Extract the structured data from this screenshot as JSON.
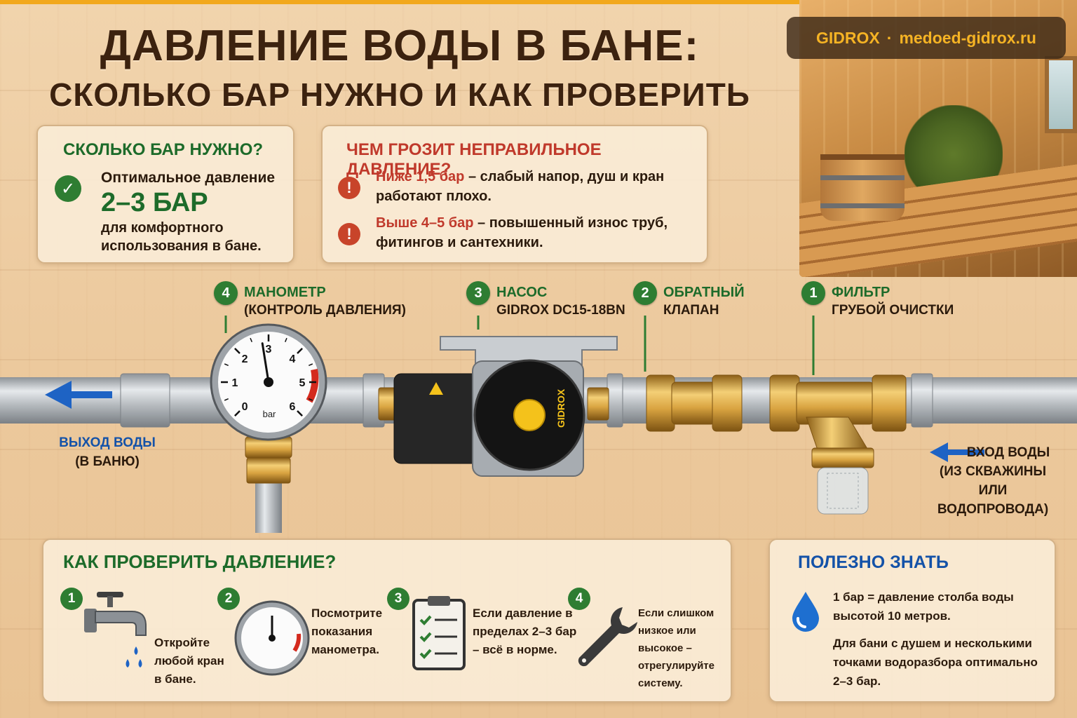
{
  "title": {
    "line1": "ДАВЛЕНИЕ ВОДЫ В БАНЕ:",
    "line2": "СКОЛЬКО БАР НУЖНО И КАК ПРОВЕРИТЬ"
  },
  "brand": {
    "name": "GIDROX",
    "separator": "·",
    "site": "medoed-gidrox.ru"
  },
  "need_card": {
    "heading": "СКОЛЬКО БАР НУЖНО?",
    "icon": "check-icon",
    "line1": "Оптимальное давление",
    "value": "2–3 БАР",
    "line2": "для комфортного использования в бане."
  },
  "risk_card": {
    "heading": "ЧЕМ ГРОЗИТ НЕПРАВИЛЬНОЕ ДАВЛЕНИЕ?",
    "items": [
      {
        "icon": "warning-icon",
        "highlight": "Ниже 1,5 бар",
        "text": " – слабый напор, душ и кран работают плохо."
      },
      {
        "icon": "warning-icon",
        "highlight": "Выше 4–5 бар",
        "text": " – повышенный износ труб, фитингов и сантехники."
      }
    ]
  },
  "diagram": {
    "components": [
      {
        "num": "4",
        "title": "МАНОМЕТР",
        "subtitle": "(КОНТРОЛЬ ДАВЛЕНИЯ)"
      },
      {
        "num": "3",
        "title": "НАСОС",
        "subtitle": "GIDROX DC15-18BN"
      },
      {
        "num": "2",
        "title": "ОБРАТНЫЙ",
        "subtitle": "КЛАПАН"
      },
      {
        "num": "1",
        "title": "ФИЛЬТР",
        "subtitle": "ГРУБОЙ ОЧИСТКИ"
      }
    ],
    "outlet": {
      "title": "ВЫХОД ВОДЫ",
      "subtitle": "(В БАНЮ)"
    },
    "inlet": {
      "title": "ВХОД ВОДЫ",
      "subtitle1": "(ИЗ СКВАЖИНЫ",
      "subtitle2": "ИЛИ ВОДОПРОВОДА)"
    },
    "gauge": {
      "ticks": [
        "0",
        "1",
        "2",
        "3",
        "4",
        "5",
        "6"
      ],
      "unit": "bar",
      "reading": 2.8
    },
    "pump_brand": "GIDROX",
    "accent_colors": {
      "brass": "#d9a441",
      "pipe": "#b8bcc0",
      "arrow": "#1e63c4",
      "pump": "#1d1d1d"
    }
  },
  "check_card": {
    "heading": "КАК ПРОВЕРИТЬ ДАВЛЕНИЕ?",
    "steps": [
      {
        "num": "1",
        "icon": "faucet-icon",
        "text": "Откройте любой кран в бане."
      },
      {
        "num": "2",
        "icon": "gauge-icon",
        "text": "Посмотрите показания манометра."
      },
      {
        "num": "3",
        "icon": "checklist-icon",
        "text": "Если давление в пределах 2–3 бар – всё в норме."
      },
      {
        "num": "4",
        "icon": "wrench-icon",
        "text": "Если слишком низкое или высокое – отрегулируйте систему."
      }
    ]
  },
  "info_card": {
    "heading": "ПОЛЕЗНО ЗНАТЬ",
    "icon": "water-drop-icon",
    "p1": "1 бар = давление столба воды высотой 10 метров.",
    "p2": "Для бани с душем и несколькими точками водоразбора оптимально 2–3 бар."
  },
  "colors": {
    "green": "#2e7d32",
    "red": "#c0392b",
    "blue": "#1452a8",
    "title": "#3c220f",
    "brand_gold": "#f5b324"
  }
}
